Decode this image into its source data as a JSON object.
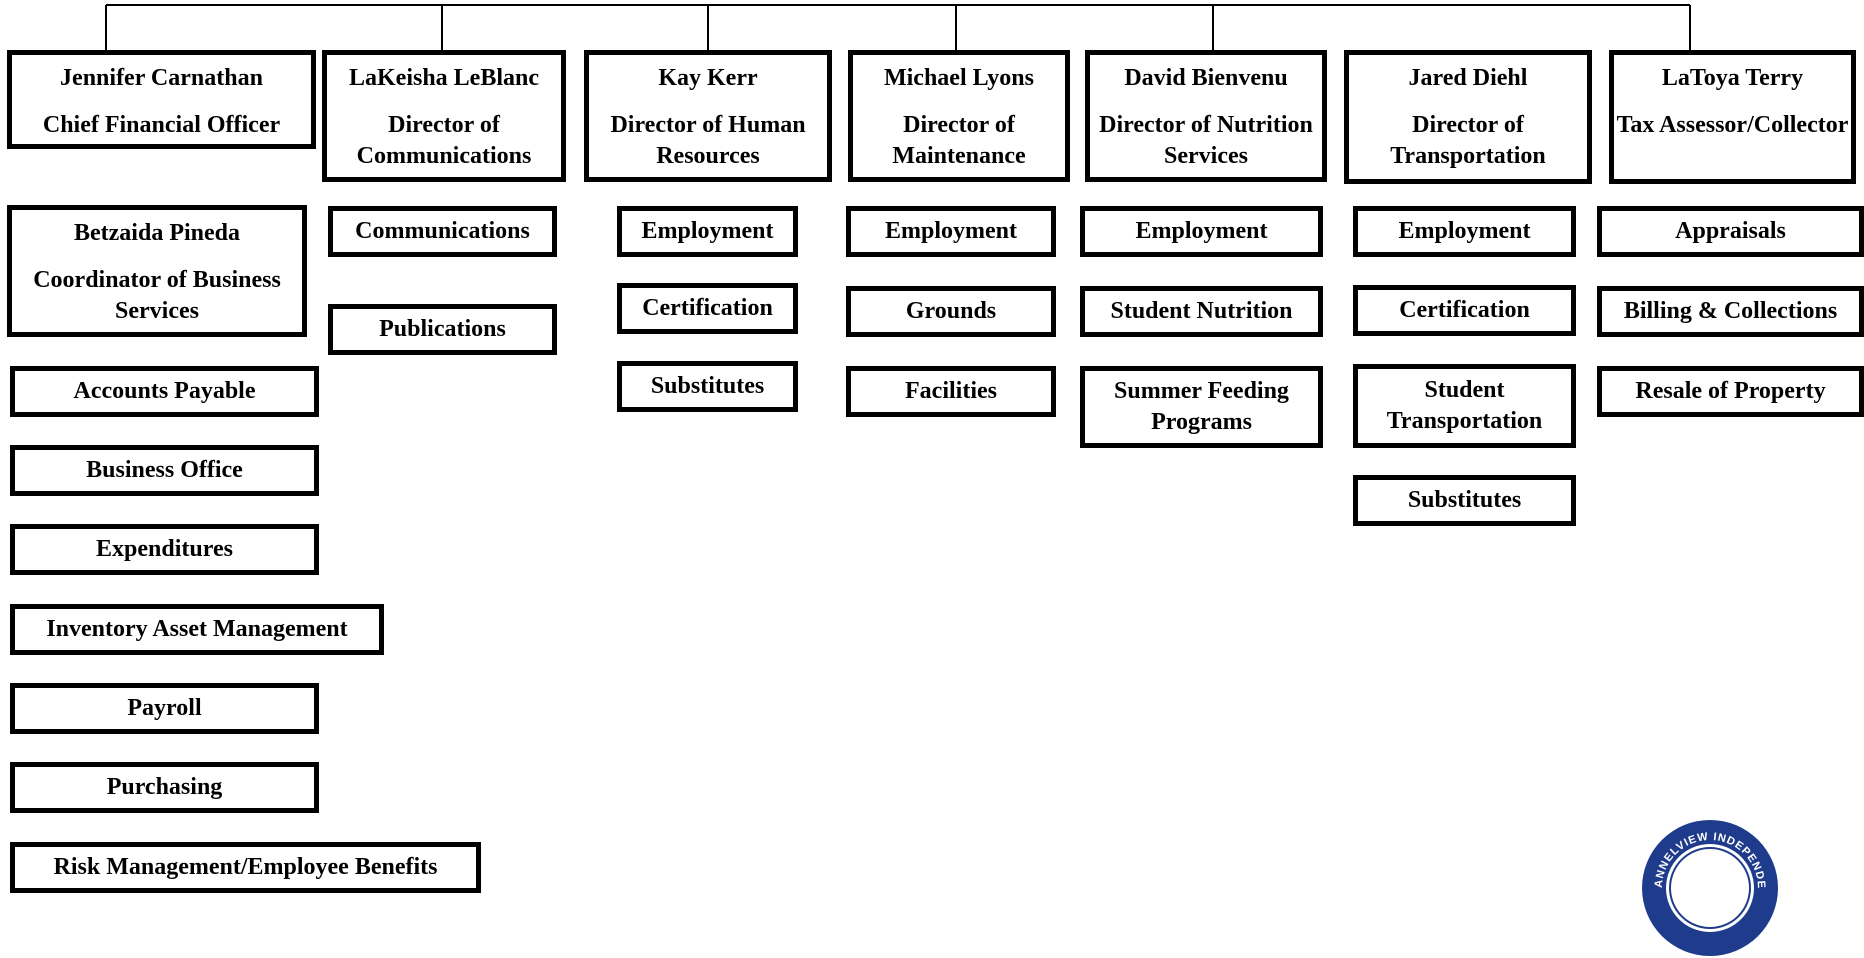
{
  "leaders": [
    {
      "name": "Jennifer Carnathan",
      "title": "Chief Financial Officer"
    },
    {
      "name": "LaKeisha LeBlanc",
      "title": "Director of Communications"
    },
    {
      "name": "Kay Kerr",
      "title": "Director of Human Resources"
    },
    {
      "name": "Michael Lyons",
      "title": "Director of Maintenance"
    },
    {
      "name": "David Bienvenu",
      "title": "Director of Nutrition Services"
    },
    {
      "name": "Jared Diehl",
      "title": "Director of Transportation"
    },
    {
      "name": "LaToya Terry",
      "title": "Tax Assessor/Collector"
    }
  ],
  "finance": {
    "coordinator": {
      "name": "Betzaida Pineda",
      "title": "Coordinator of Business Services"
    },
    "units": [
      "Accounts Payable",
      "Business Office",
      "Expenditures",
      "Inventory Asset Management",
      "Payroll",
      "Purchasing",
      "Risk Management/Employee Benefits"
    ]
  },
  "communications": {
    "units": [
      "Communications",
      "Publications"
    ]
  },
  "human_resources": {
    "units": [
      "Employment",
      "Certification",
      "Substitutes"
    ]
  },
  "maintenance": {
    "units": [
      "Employment",
      "Grounds",
      "Facilities"
    ]
  },
  "nutrition": {
    "units": [
      "Employment",
      "Student Nutrition",
      "Summer Feeding Programs"
    ]
  },
  "transportation": {
    "units": [
      "Employment",
      "Certification",
      "Student Transportation",
      "Substitutes"
    ]
  },
  "tax": {
    "units": [
      "Appraisals",
      "Billing & Collections",
      "Resale of Property"
    ]
  },
  "seal": {
    "text": "CHANNELVIEW INDEPENDENT",
    "colors": {
      "ring": "#1f3c8c",
      "inner": "#ffffff"
    }
  }
}
